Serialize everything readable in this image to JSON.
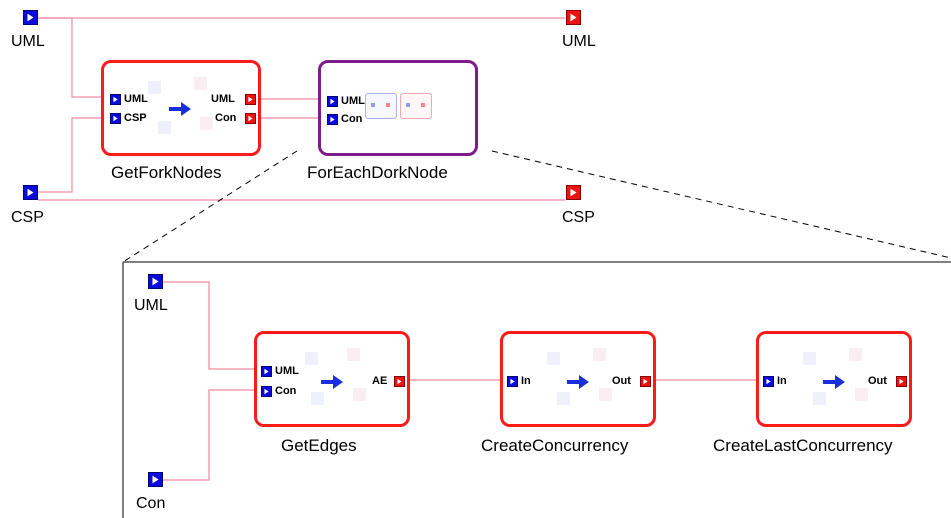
{
  "colors": {
    "wire": "#f08aa0",
    "in_port": "#0a0adc",
    "out_port": "#f01010",
    "block_border": "#ff1a1a",
    "subsystem_border": "#7d1c8a"
  },
  "icons": {
    "in_port": "play-triangle-icon",
    "out_port": "play-triangle-icon",
    "flow": "right-arrow-icon"
  },
  "top": {
    "inputs": {
      "uml": "UML",
      "csp": "CSP"
    },
    "outputs": {
      "uml": "UML",
      "csp": "CSP"
    },
    "get_fork_nodes": {
      "title": "GetForkNodes",
      "in_ports": [
        "UML",
        "CSP"
      ],
      "out_ports": [
        "UML",
        "Con"
      ]
    },
    "for_each": {
      "title": "ForEachDorkNode",
      "in_ports": [
        "UML",
        "Con"
      ]
    }
  },
  "detail": {
    "inputs": {
      "uml": "UML",
      "con": "Con"
    },
    "get_edges": {
      "title": "GetEdges",
      "in_ports": [
        "UML",
        "Con"
      ],
      "out_port": "AE"
    },
    "create_concurrency": {
      "title": "CreateConcurrency",
      "in_port": "In",
      "out_port": "Out"
    },
    "create_last_concurrency": {
      "title": "CreateLastConcurrency",
      "in_port": "In",
      "out_port": "Out"
    }
  }
}
